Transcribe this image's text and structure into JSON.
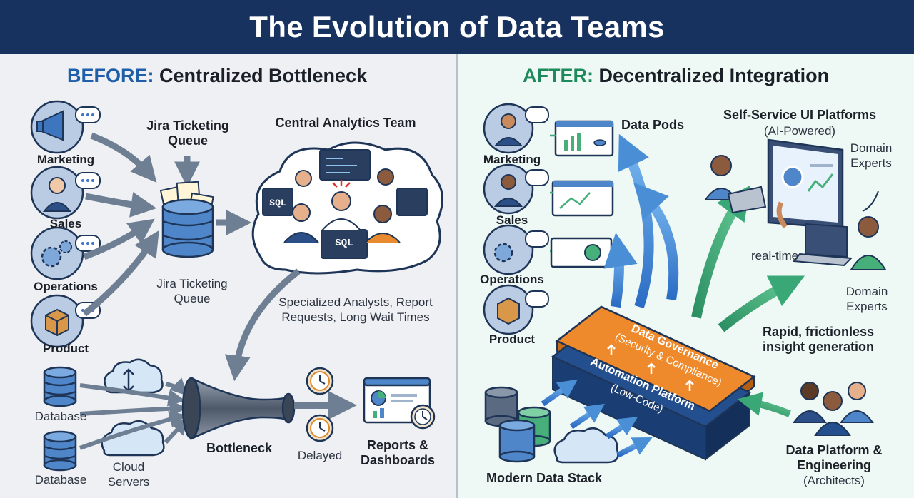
{
  "header": {
    "title": "The Evolution of Data Teams"
  },
  "before": {
    "heading_prefix": "BEFORE:",
    "heading_rest": "Centralized Bottleneck",
    "departments": [
      "Marketing",
      "Sales",
      "Operations",
      "Product"
    ],
    "jira_title": "Jira Ticketing Queue",
    "jira_caption": "Jira Ticketing Queue",
    "team_title": "Central Analytics Team",
    "sql_labels": [
      "SQL",
      "SQL"
    ],
    "analyst_caption": "Specialized Analysts, Report Requests, Long Wait Times",
    "sources": [
      "Database",
      "Database",
      "Cloud Servers"
    ],
    "bottleneck_label": "Bottleneck",
    "delayed_label": "Delayed",
    "reports_label": "Reports & Dashboards"
  },
  "after": {
    "heading_prefix": "AFTER:",
    "heading_rest": "Decentralized Integration",
    "departments": [
      "Marketing",
      "Sales",
      "Operations",
      "Product"
    ],
    "data_pods_label": "Data Pods",
    "self_service_title": "Self-Service UI Platforms",
    "self_service_sub": "(AI-Powered)",
    "domain_experts": [
      "Domain Experts",
      "Domain Experts"
    ],
    "realtime_label": "real-time",
    "rapid_label": "Rapid, frictionless insight generation",
    "governance_title": "Data Governance",
    "governance_sub": "(Security & Compliance)",
    "automation_title": "Automation Platform",
    "automation_sub": "(Low-Code)",
    "stack_label": "Modern Data Stack",
    "platform_title": "Data Platform & Engineering",
    "platform_sub": "(Architects)"
  },
  "colors": {
    "header": "#17325f",
    "before_accent": "#1f5ea8",
    "after_accent": "#1e8a5c",
    "governance": "#ef8a2c",
    "automation": "#234f8f",
    "arrow_blue": "#4a8fd6",
    "arrow_green": "#3aa876",
    "arrow_gray": "#6f7f93"
  },
  "icons": [
    "megaphone-icon",
    "user-icon",
    "gear-icon",
    "box-icon",
    "database-icon",
    "cloud-icon",
    "funnel-icon",
    "clock-icon",
    "dashboard-icon",
    "chat-bubble-icon",
    "laptop-icon"
  ]
}
